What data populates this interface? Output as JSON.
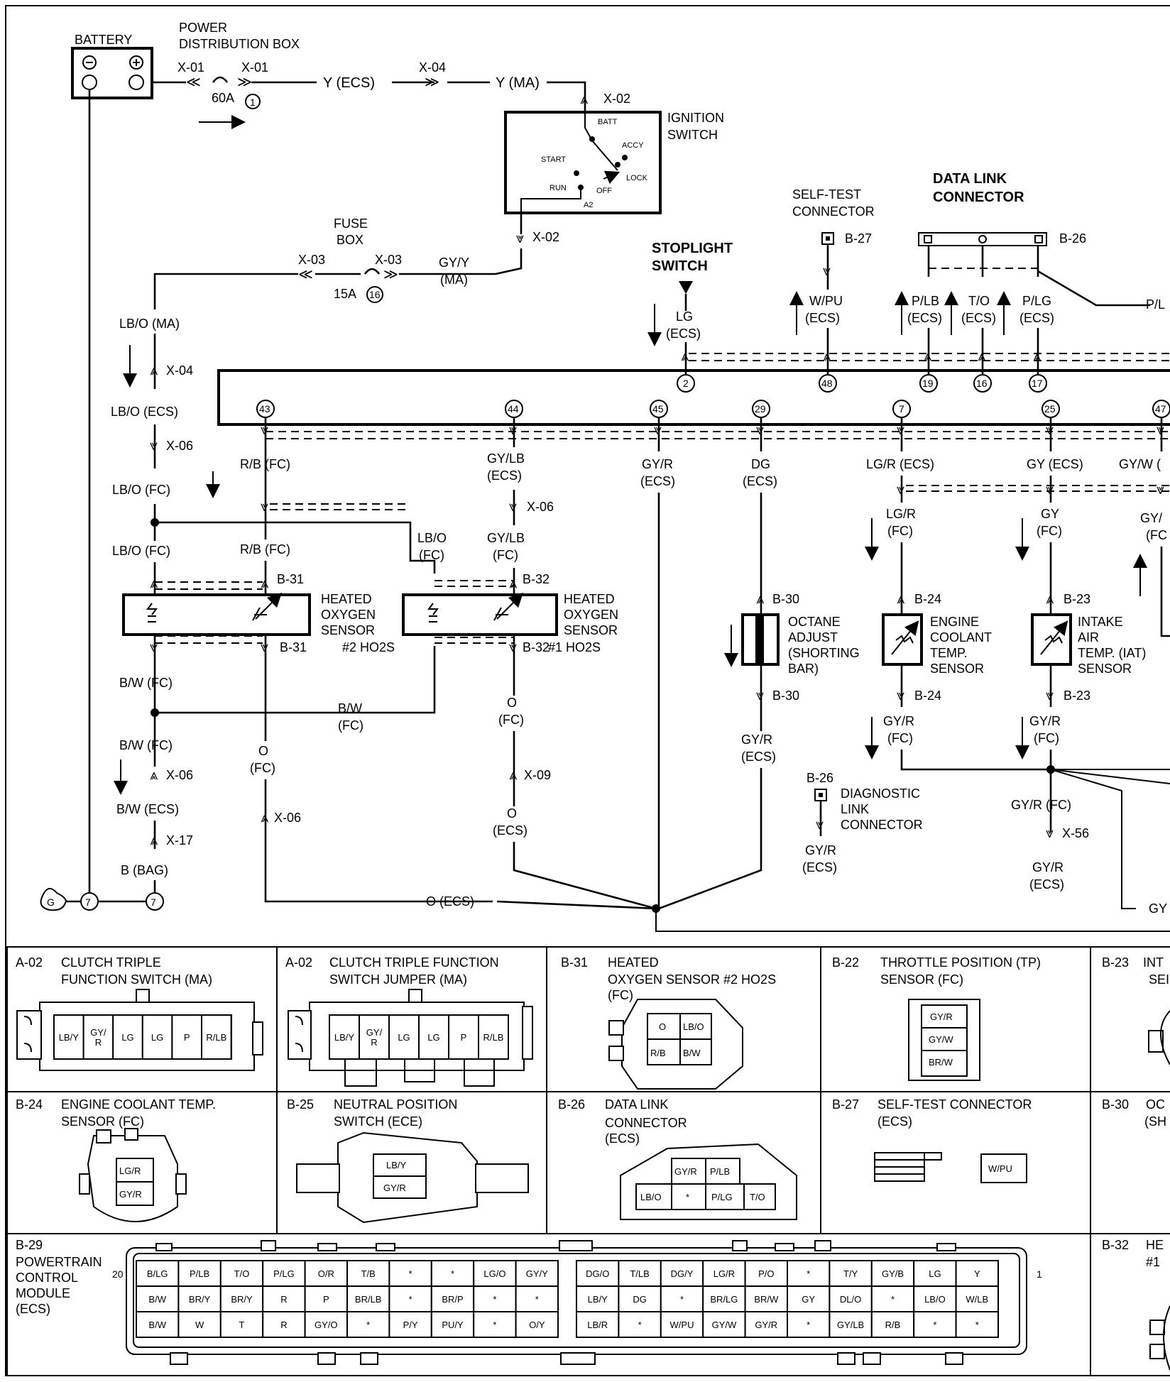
{
  "components": {
    "battery": "BATTERY",
    "pdb_line1": "POWER",
    "pdb_line2": "DISTRIBUTION BOX",
    "fuse60": "60A",
    "fuse60_num": "1",
    "ignition_line1": "IGNITION",
    "ignition_line2": "SWITCH",
    "ign_batt": "BATT",
    "ign_accy": "ACCY",
    "ign_start": "START",
    "ign_lock": "LOCK",
    "ign_run": "RUN",
    "ign_off": "OFF",
    "ign_a2": "A2",
    "fuse_box_line1": "FUSE",
    "fuse_box_line2": "BOX",
    "fuse15": "15A",
    "fuse15_num": "16",
    "self_test_line1": "SELF-TEST",
    "self_test_line2": "CONNECTOR",
    "dlc_line1": "DATA LINK",
    "dlc_line2": "CONNECTOR",
    "stoplight_line1": "STOPLIGHT",
    "stoplight_line2": "SWITCH",
    "ho2s2": [
      "HEATED",
      "OXYGEN",
      "SENSOR"
    ],
    "ho2s2_tag": "#2 HO2S",
    "ho2s1": [
      "HEATED",
      "OXYGEN",
      "SENSOR"
    ],
    "ho2s1_tag": "#1 HO2S",
    "octane": [
      "OCTANE",
      "ADJUST",
      "(SHORTING",
      "BAR)"
    ],
    "ect": [
      "ENGINE",
      "COOLANT",
      "TEMP.",
      "SENSOR"
    ],
    "iat": [
      "INTAKE",
      "AIR",
      "TEMP. (IAT)",
      "SENSOR"
    ],
    "diag": [
      "DIAGNOSTIC",
      "LINK",
      "CONNECTOR"
    ],
    "ground": "G",
    "ground_pin": "7"
  },
  "connectors": {
    "x01": "X-01",
    "x02": "X-02",
    "x03": "X-03",
    "x04": "X-04",
    "x06": "X-06",
    "x09": "X-09",
    "x17": "X-17",
    "x56": "X-56",
    "b23": "B-23",
    "b24": "B-24",
    "b26": "B-26",
    "b27": "B-27",
    "b30": "B-30",
    "b31": "B-31",
    "b32": "B-32"
  },
  "wires": {
    "y_ecs": "Y (ECS)",
    "y_ma": "Y (MA)",
    "gy_y": "GY/Y",
    "ma": "(MA)",
    "lbo_ma": "LB/O (MA)",
    "lbo_ecs": "LB/O (ECS)",
    "lbo_fc": "LB/O (FC)",
    "lbo": "LB/O",
    "fc": "(FC)",
    "ecs": "(ECS)",
    "bw_fc": "B/W (FC)",
    "bw": "B/W",
    "bw_ecs": "B/W (ECS)",
    "b_bag": "B (BAG)",
    "rb_fc": "R/B (FC)",
    "gylb": "GY/LB",
    "gyr": "GY/R",
    "dg": "DG",
    "lgr_ecs": "LG/R (ECS)",
    "lgr": "LG/R",
    "gy_ecs": "GY (ECS)",
    "gy": "GY",
    "gyw": "GY/W (",
    "gy_partial": "GY/",
    "o": "O",
    "o_ecs": "O (ECS)",
    "lg": "LG",
    "wpu": "W/PU",
    "plb": "P/LB",
    "to": "T/O",
    "plg": "P/LG",
    "pl_partial": "P/L",
    "gyr_fc": "GY/R  (FC)",
    "gy_right": "GY",
    "fc_partial": "(FC"
  },
  "pcm_pins": [
    "43",
    "44",
    "45",
    "29",
    "7",
    "25",
    "47",
    "2",
    "48",
    "19",
    "16",
    "17"
  ],
  "connector_views": [
    {
      "id": "A-02",
      "title": [
        "CLUTCH TRIPLE",
        "FUNCTION SWITCH (MA)"
      ]
    },
    {
      "id": "A-02",
      "title": [
        "CLUTCH TRIPLE FUNCTION",
        "SWITCH JUMPER (MA)"
      ]
    },
    {
      "id": "B-31",
      "title": [
        "HEATED",
        "OXYGEN SENSOR #2 HO2S",
        "(FC)"
      ]
    },
    {
      "id": "B-22",
      "title": [
        "THROTTLE POSITION (TP)",
        "SENSOR (FC)"
      ]
    },
    {
      "id": "B-23",
      "title": [
        "INT",
        "SEI"
      ]
    },
    {
      "id": "B-24",
      "title": [
        "ENGINE COOLANT TEMP.",
        "SENSOR (FC)"
      ]
    },
    {
      "id": "B-25",
      "title": [
        "NEUTRAL POSITION",
        "SWITCH (ECE)"
      ]
    },
    {
      "id": "B-26",
      "title": [
        "DATA LINK",
        "CONNECTOR",
        "(ECS)"
      ]
    },
    {
      "id": "B-27",
      "title": [
        "SELF-TEST CONNECTOR",
        "(ECS)"
      ]
    },
    {
      "id": "B-30",
      "title": [
        "OC",
        "(SH"
      ]
    },
    {
      "id": "B-29",
      "title": [
        "POWERTRAIN",
        "CONTROL",
        "MODULE",
        "(ECS)"
      ]
    },
    {
      "id": "B-32",
      "title": [
        "HE",
        "#1"
      ]
    }
  ],
  "a02_cells": [
    "LB/Y",
    "GY/\nR",
    "LG",
    "LG",
    "P",
    "R/LB"
  ],
  "b31_cells": [
    "O",
    "LB/O",
    "R/B",
    "B/W"
  ],
  "b22_cells": [
    "GY/R",
    "GY/W",
    "BR/W"
  ],
  "b24_cells": [
    "LG/R",
    "GY/R"
  ],
  "b25_cells": [
    "LB/Y",
    "GY/R"
  ],
  "b26_cells_top": [
    "GY/R",
    "P/LB"
  ],
  "b26_cells_bot": [
    "LB/O",
    "*",
    "P/LG",
    "T/O"
  ],
  "b27_cells": [
    "W/PU"
  ],
  "pcm_pin_left": "20",
  "pcm_pin_right": "1",
  "pcm_rows": [
    [
      "B/LG",
      "P/LB",
      "T/O",
      "P/LG",
      "O/R",
      "T/B",
      "*",
      "*",
      "LG/O",
      "GY/Y",
      "DG/O",
      "T/LB",
      "DG/Y",
      "LG/R",
      "P/O",
      "*",
      "T/Y",
      "GY/B",
      "LG",
      "Y"
    ],
    [
      "B/W",
      "BR/Y",
      "BR/Y",
      "R",
      "P",
      "BR/LB",
      "*",
      "BR/P",
      "*",
      "*",
      "LB/Y",
      "DG",
      "*",
      "BR/LG",
      "BR/W",
      "GY",
      "DL/O",
      "*",
      "LB/O",
      "W/LB"
    ],
    [
      "B/W",
      "W",
      "T",
      "R",
      "GY/O",
      "*",
      "P/Y",
      "PU/Y",
      "*",
      "O/Y",
      "LB/R",
      "*",
      "W/PU",
      "GY/W",
      "GY/R",
      "*",
      "GY/LB",
      "R/B",
      "*",
      "*"
    ]
  ]
}
